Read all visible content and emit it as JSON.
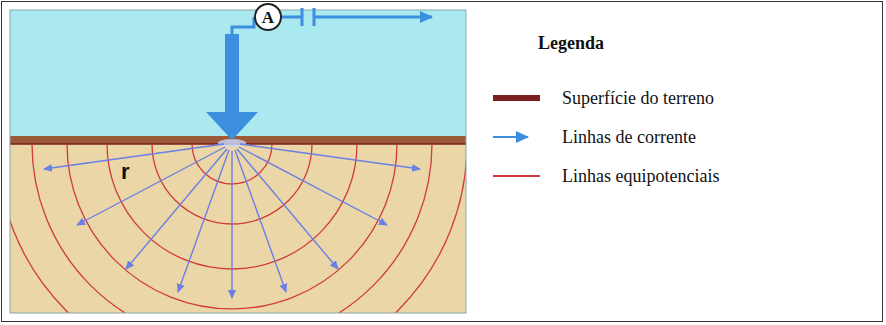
{
  "diagram": {
    "nodes": [
      {
        "text": [
          "A"
        ]
      }
    ],
    "labels": [
      "r",
      "Legenda"
    ],
    "legend": [
      {
        "text": "Superfície do terreno",
        "color": "#7a1e1e"
      },
      {
        "text": "Linhas de corrente"
      },
      {
        "text": "Linhas equipotenciais"
      }
    ]
  }
}
